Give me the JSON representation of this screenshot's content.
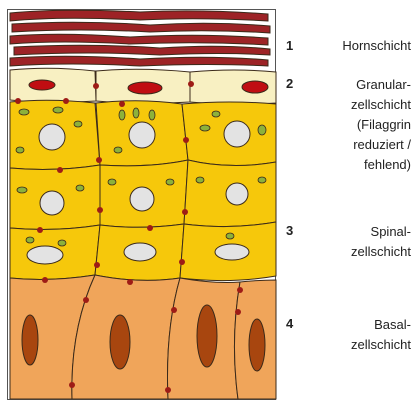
{
  "colors": {
    "stratum_corneum": "#9d2326",
    "granular_cell": "#f8f0c2",
    "granular_nucleus": "#c00d12",
    "spinous_cell": "#f6c80b",
    "spinous_nucleus": "#e3e3e3",
    "keratohyalin_granule": "#8db13b",
    "basal_cell": "#f0a55a",
    "basal_nucleus": "#a8460f",
    "desmosome": "#9e1c16",
    "outline": "#3b2a1a"
  },
  "legend": [
    {
      "number": "1",
      "label": "Hornschicht"
    },
    {
      "number": "2",
      "label": "Granular-\nzellschicht\n(Filaggrin\nreduziert /\nfehlend)"
    },
    {
      "number": "3",
      "label": "Spinal-\nzellschicht"
    },
    {
      "number": "4",
      "label": "Basal-\nzellschicht"
    }
  ]
}
